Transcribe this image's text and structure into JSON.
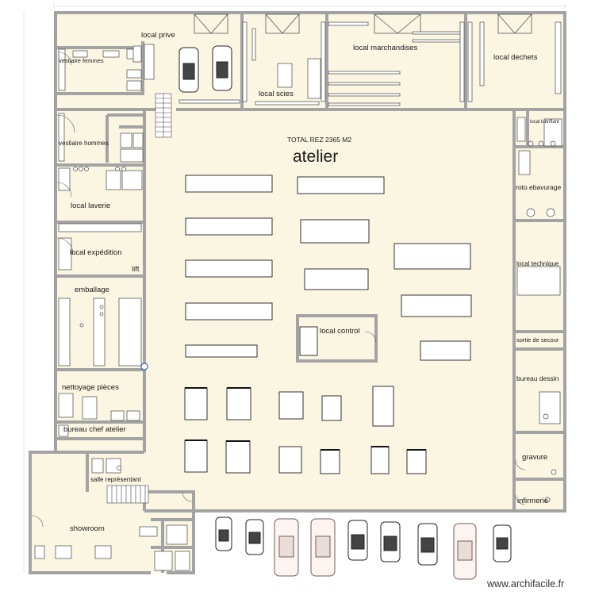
{
  "plan": {
    "total": "TOTAL REZ 2365 M2",
    "main_hall": "atelier",
    "watermark": "www.archifacile.fr",
    "rooms": {
      "local_prive": "local prive",
      "local_scies": "local scies",
      "local_marchandises": "local marchandises",
      "local_dechets": "local dechets",
      "vestiaire_femmes": "vestiaire femmes",
      "vestiaire_hommes": "vestiaire hommes",
      "local_lubrifiant": "local lubrifiant",
      "roto_ebavurage": "roto.ebavurage",
      "local_laverie": "local laverie",
      "local_expedition": "local expédition",
      "lift": "lift",
      "local_technique": "local technique",
      "emballage": "emballage",
      "local_control": "local control",
      "sortie_de_secours": "sortie de secour",
      "bureau_dessin": "bureau dessin",
      "nettoyage_pieces": "nettoyage pièces",
      "bureau_chef_atelier": "bureau chef atelier",
      "salle_representant": "salle représentant",
      "gravure": "gravure",
      "infirmerie": "infirmerie",
      "showroom": "showroom"
    }
  },
  "colors": {
    "floor": "#fbf6e2",
    "wall": "#a3a3a3",
    "wall_dark": "#8c8c8c",
    "furniture": "#ffffff",
    "stroke": "#333333"
  },
  "icons": [
    "car-icon",
    "truck-icon",
    "machine-icon",
    "stairs-icon",
    "door-icon",
    "sink-icon",
    "toilet-icon"
  ]
}
